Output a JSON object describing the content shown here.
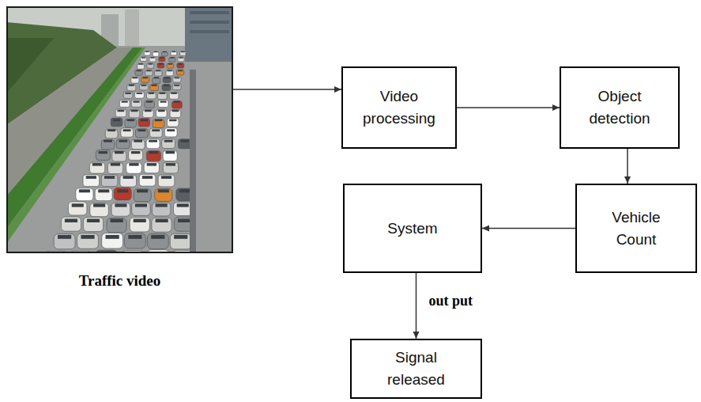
{
  "diagram": {
    "nodes": [
      {
        "text": [
          "Traffic video"
        ]
      },
      {
        "text": [
          "Video processing"
        ]
      },
      {
        "text": [
          "Object detection"
        ]
      },
      {
        "text": [
          "Vehicle Count"
        ]
      },
      {
        "text": [
          "System"
        ]
      },
      {
        "text": [
          "Signal released"
        ]
      }
    ],
    "edges": [
      {
        "from": 0,
        "to": 1,
        "arrow": "to"
      },
      {
        "from": 1,
        "to": 2,
        "arrow": "to"
      },
      {
        "from": 2,
        "to": 3,
        "arrow": "to"
      },
      {
        "from": 3,
        "to": 4,
        "arrow": "to"
      },
      {
        "from": 4,
        "to": 5,
        "label": "out put",
        "arrow": "to"
      }
    ]
  }
}
